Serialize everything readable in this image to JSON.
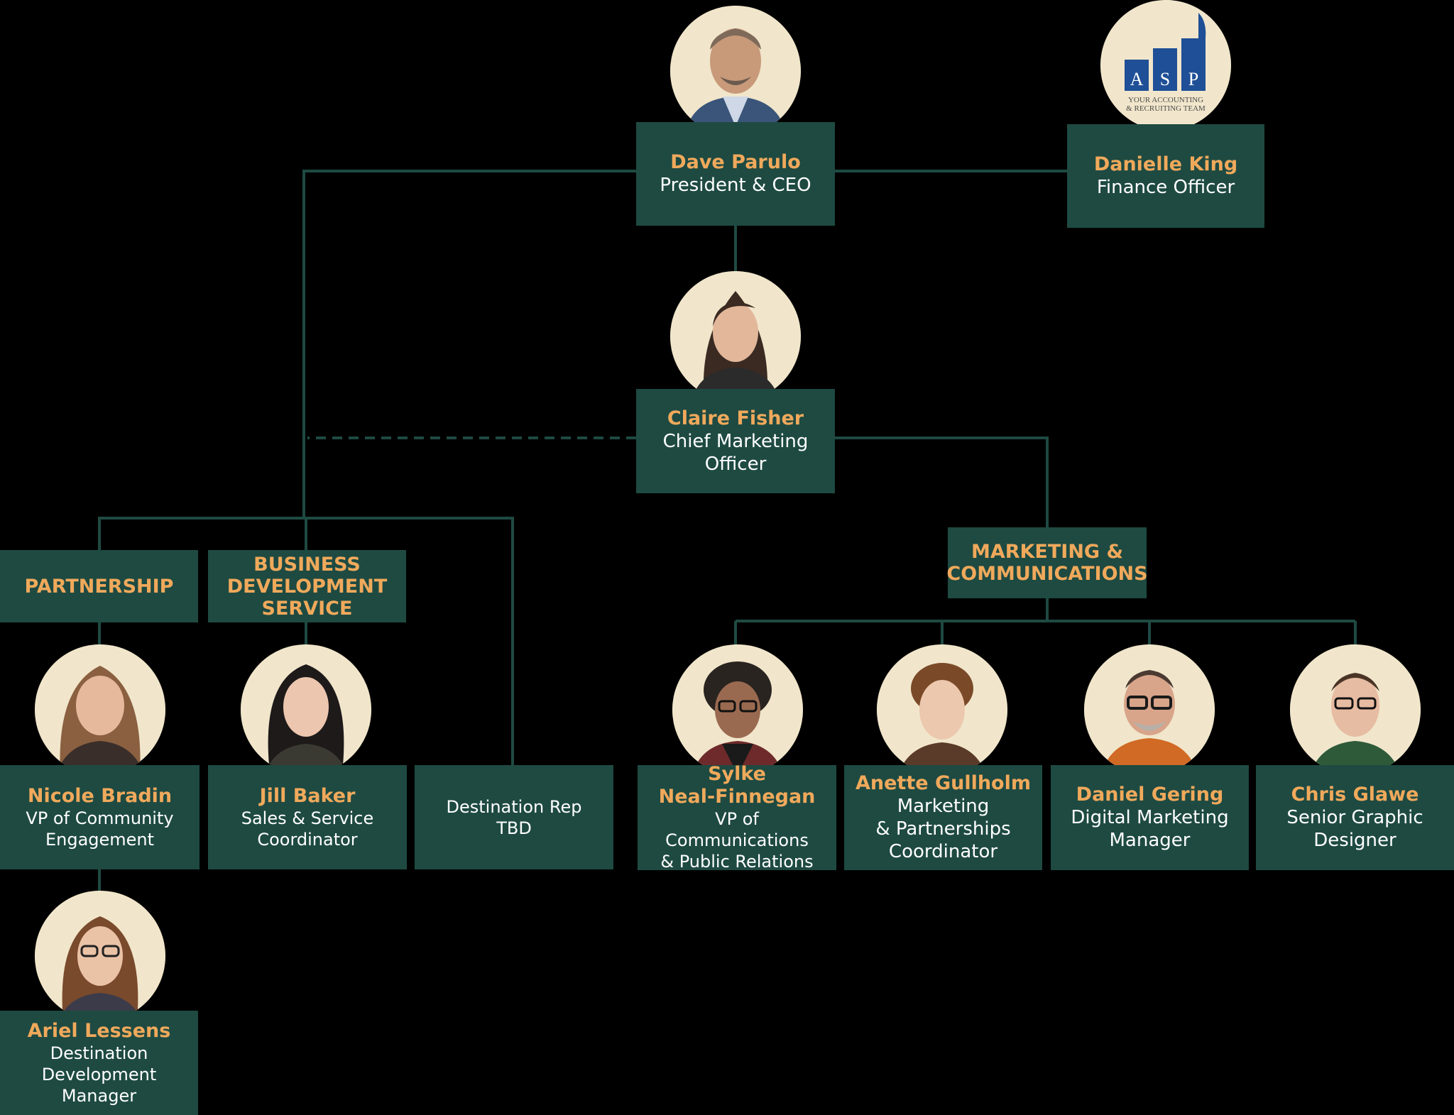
{
  "colors": {
    "background": "#000000",
    "box": "#1e4a42",
    "line": "#1e4a42",
    "name": "#f0a95b",
    "title": "#ffffff",
    "avatar_bg": "#f1e6cb",
    "logo_blue": "#1f4f96"
  },
  "logo": {
    "letters": [
      "A",
      "S",
      "P"
    ],
    "tagline_1": "YOUR ACCOUNTING",
    "tagline_2": "& RECRUITING TEAM"
  },
  "people": {
    "ceo": {
      "name": "Dave Parulo",
      "title": "President & CEO"
    },
    "finance": {
      "name": "Danielle King",
      "title": "Finance Officer"
    },
    "cmo": {
      "name": "Claire Fisher",
      "title": "Chief Marketing\nOfficer"
    },
    "nicole": {
      "name": "Nicole Bradin",
      "title": "VP of Community\nEngagement"
    },
    "jill": {
      "name": "Jill Baker",
      "title": "Sales & Service\nCoordinator"
    },
    "destination_rep": {
      "title": "Destination Rep\nTBD"
    },
    "ariel": {
      "name": "Ariel Lessens",
      "title": "Destination\nDevelopment Manager"
    },
    "sylke": {
      "name": "Sylke\nNeal-Finnegan",
      "title": "VP of Communications\n& Public Relations"
    },
    "anette": {
      "name": "Anette Gullholm",
      "title": "Marketing\n& Partnerships\nCoordinator"
    },
    "daniel": {
      "name": "Daniel Gering",
      "title": "Digital Marketing\nManager"
    },
    "chris": {
      "name": "Chris Glawe",
      "title": "Senior Graphic\nDesigner"
    }
  },
  "sections": {
    "partnership": "PARTNERSHIP",
    "business_development": "BUSINESS\nDEVELOPMENT\nSERVICE",
    "marketing": "MARKETING &\nCOMMUNICATIONS"
  }
}
